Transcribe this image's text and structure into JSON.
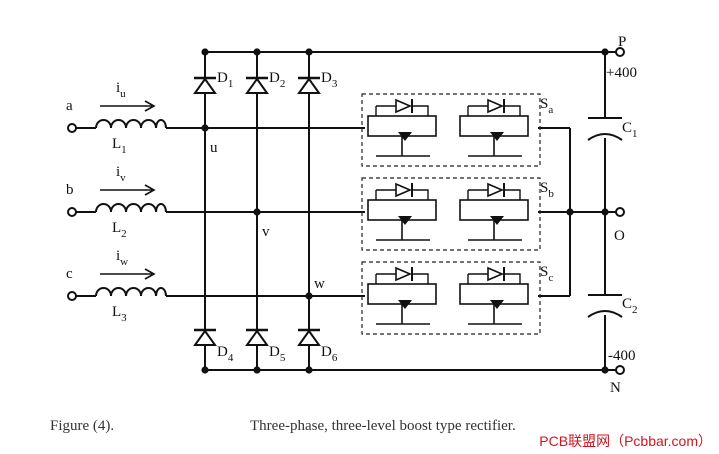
{
  "inputs": [
    {
      "node": "a",
      "current": "i",
      "current_sub": "u",
      "inductor": "L",
      "inductor_sub": "1"
    },
    {
      "node": "b",
      "current": "i",
      "current_sub": "v",
      "inductor": "L",
      "inductor_sub": "2"
    },
    {
      "node": "c",
      "current": "i",
      "current_sub": "w",
      "inductor": "L",
      "inductor_sub": "3"
    }
  ],
  "phase_nodes": [
    "u",
    "v",
    "w"
  ],
  "upper_diodes": [
    {
      "label": "D",
      "sub": "1"
    },
    {
      "label": "D",
      "sub": "2"
    },
    {
      "label": "D",
      "sub": "3"
    }
  ],
  "lower_diodes": [
    {
      "label": "D",
      "sub": "4"
    },
    {
      "label": "D",
      "sub": "5"
    },
    {
      "label": "D",
      "sub": "6"
    }
  ],
  "switches": [
    {
      "label": "S",
      "sub": "a"
    },
    {
      "label": "S",
      "sub": "b"
    },
    {
      "label": "S",
      "sub": "c"
    }
  ],
  "capacitors": [
    {
      "label": "C",
      "sub": "1"
    },
    {
      "label": "C",
      "sub": "2"
    }
  ],
  "dc_terminals": {
    "positive": "P",
    "positive_voltage": "+400",
    "midpoint": "O",
    "negative_voltage": "-400",
    "negative": "N"
  },
  "caption": {
    "figure": "Figure (4).",
    "title": "Three-phase, three-level boost type rectifier."
  },
  "watermark": "PCB联盟网（Pcbbar.com）"
}
